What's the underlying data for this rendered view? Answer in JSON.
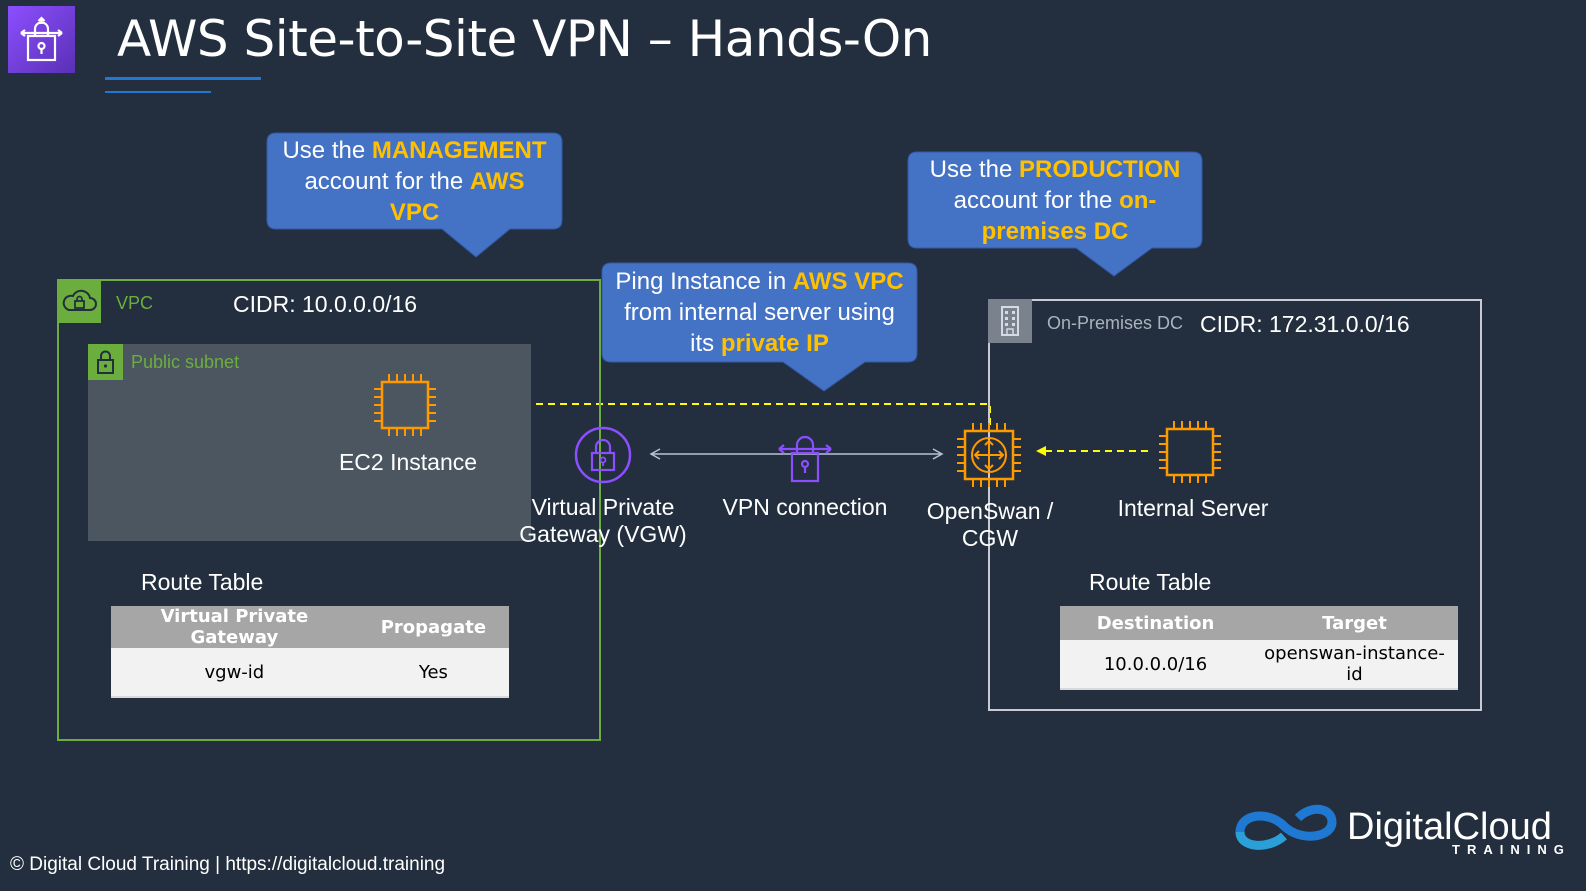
{
  "title": "AWS Site-to-Site VPN – Hands-On",
  "callouts": {
    "management": {
      "pre": "Use the ",
      "hl1": "MANAGEMENT",
      "mid": "account for the ",
      "hl2": "AWS",
      "hl3": "VPC"
    },
    "production": {
      "pre": "Use the ",
      "hl1": "PRODUCTION",
      "mid": "account for the ",
      "hl2": "on-",
      "hl3": "premises DC"
    },
    "ping": {
      "pre": "Ping Instance in ",
      "hl1": "AWS VPC",
      "mid": "from internal server using",
      "post": "its ",
      "hl2": "private IP"
    }
  },
  "vpc": {
    "label": "VPC",
    "cidr": "CIDR: 10.0.0.0/16",
    "subnet_label": "Public subnet"
  },
  "onprem": {
    "label": "On-Premises DC",
    "cidr": "CIDR: 172.31.0.0/16"
  },
  "nodes": {
    "ec2": "EC2 Instance",
    "vgw_line1": "Virtual Private",
    "vgw_line2": "Gateway (VGW)",
    "vpn": "VPN connection",
    "cgw_line1": "OpenSwan /",
    "cgw_line2": "CGW",
    "internal": "Internal Server"
  },
  "route_tables": {
    "left": {
      "title": "Route Table",
      "headers": [
        "Virtual Private Gateway",
        "Propagate"
      ],
      "row": [
        "vgw-id",
        "Yes"
      ]
    },
    "right": {
      "title": "Route Table",
      "headers": [
        "Destination",
        "Target"
      ],
      "row": [
        "10.0.0.0/16",
        "openswan-instance-id"
      ]
    }
  },
  "footer": "© Digital Cloud Training  | https://digitalcloud.training",
  "brand": {
    "name": "DigitalCloud",
    "sub": "TRAINING"
  },
  "colors": {
    "background": "#232f3e",
    "callout": "#4472c4",
    "highlight": "#ffc000",
    "vpc_green": "#6cae3e",
    "ec2_orange": "#ff9900",
    "vpn_purple": "#8c4fff",
    "flow_yellow": "#ffff00"
  }
}
